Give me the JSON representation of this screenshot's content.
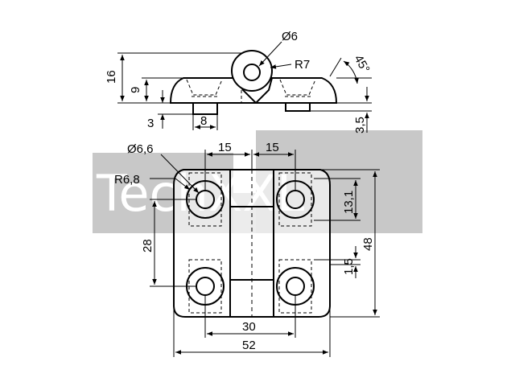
{
  "watermark": {
    "text": "TechXXL",
    "color": "#c8c8c8"
  },
  "side_view": {
    "diameter_label": "Ø6",
    "radius_label": "R7",
    "angle_label": "45°",
    "height_total": "16",
    "height_body": "9",
    "pin_height": "3",
    "pin_width": "8",
    "pin_height_right": "3,5"
  },
  "front_view": {
    "hole_diameter": "Ø6,6",
    "counterbore_radius": "R6,8",
    "spacing_left": "15",
    "spacing_right": "15",
    "vertical_pitch": "28",
    "offset_upper": "13,1",
    "offset_lower": "1,5",
    "height_total": "48",
    "hole_span": "30",
    "width_total": "52"
  }
}
